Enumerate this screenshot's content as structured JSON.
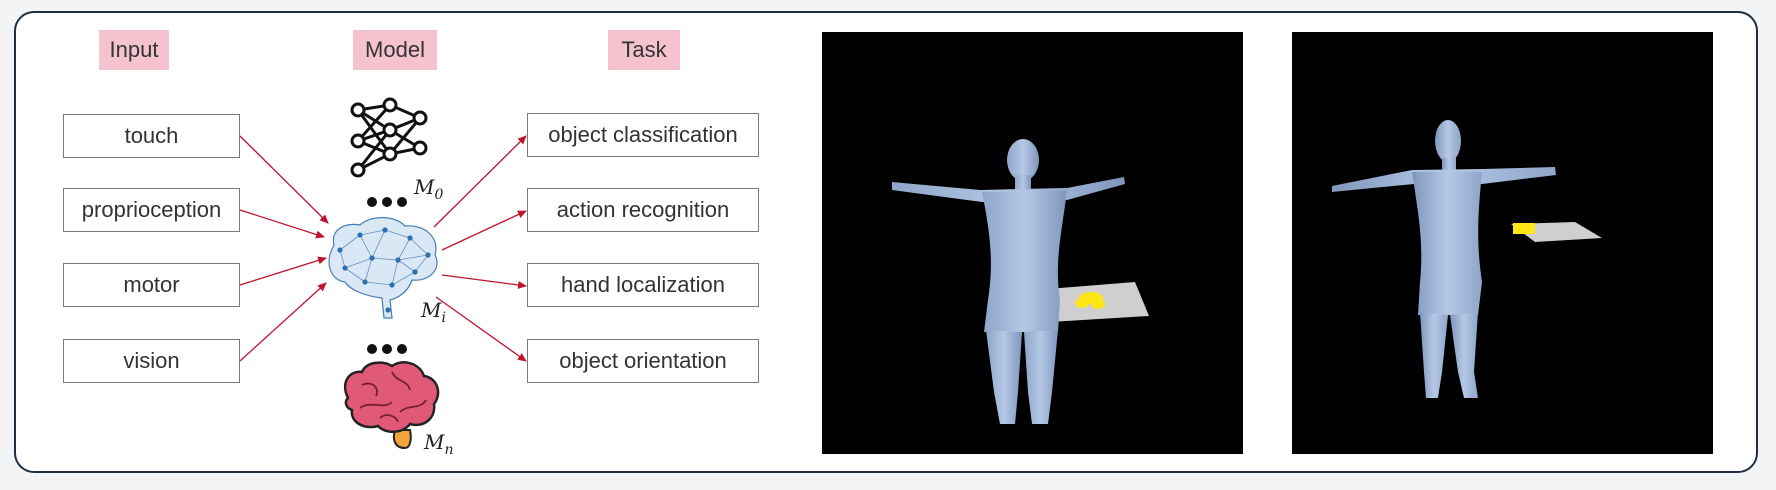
{
  "headers": {
    "input": "Input",
    "model": "Model",
    "task": "Task"
  },
  "inputs": [
    "touch",
    "proprioception",
    "motor",
    "vision"
  ],
  "tasks": [
    "object classification",
    "action recognition",
    "hand localization",
    "object orientation"
  ],
  "models": {
    "m0": {
      "base": "M",
      "sub": "0"
    },
    "mi": {
      "base": "M",
      "sub": "i"
    },
    "mn": {
      "base": "M",
      "sub": "n"
    }
  },
  "colors": {
    "header_bg": "#f4c3cf",
    "arrow": "#c0142e",
    "network_nodes": "#2e6fb0",
    "brain": "#e05a78",
    "body": "#a9bfe0",
    "object": "#ffe617",
    "plate": "#cfcfcf"
  },
  "icons": [
    "neural-network-icon",
    "neural-brain-icon",
    "brain-icon"
  ]
}
